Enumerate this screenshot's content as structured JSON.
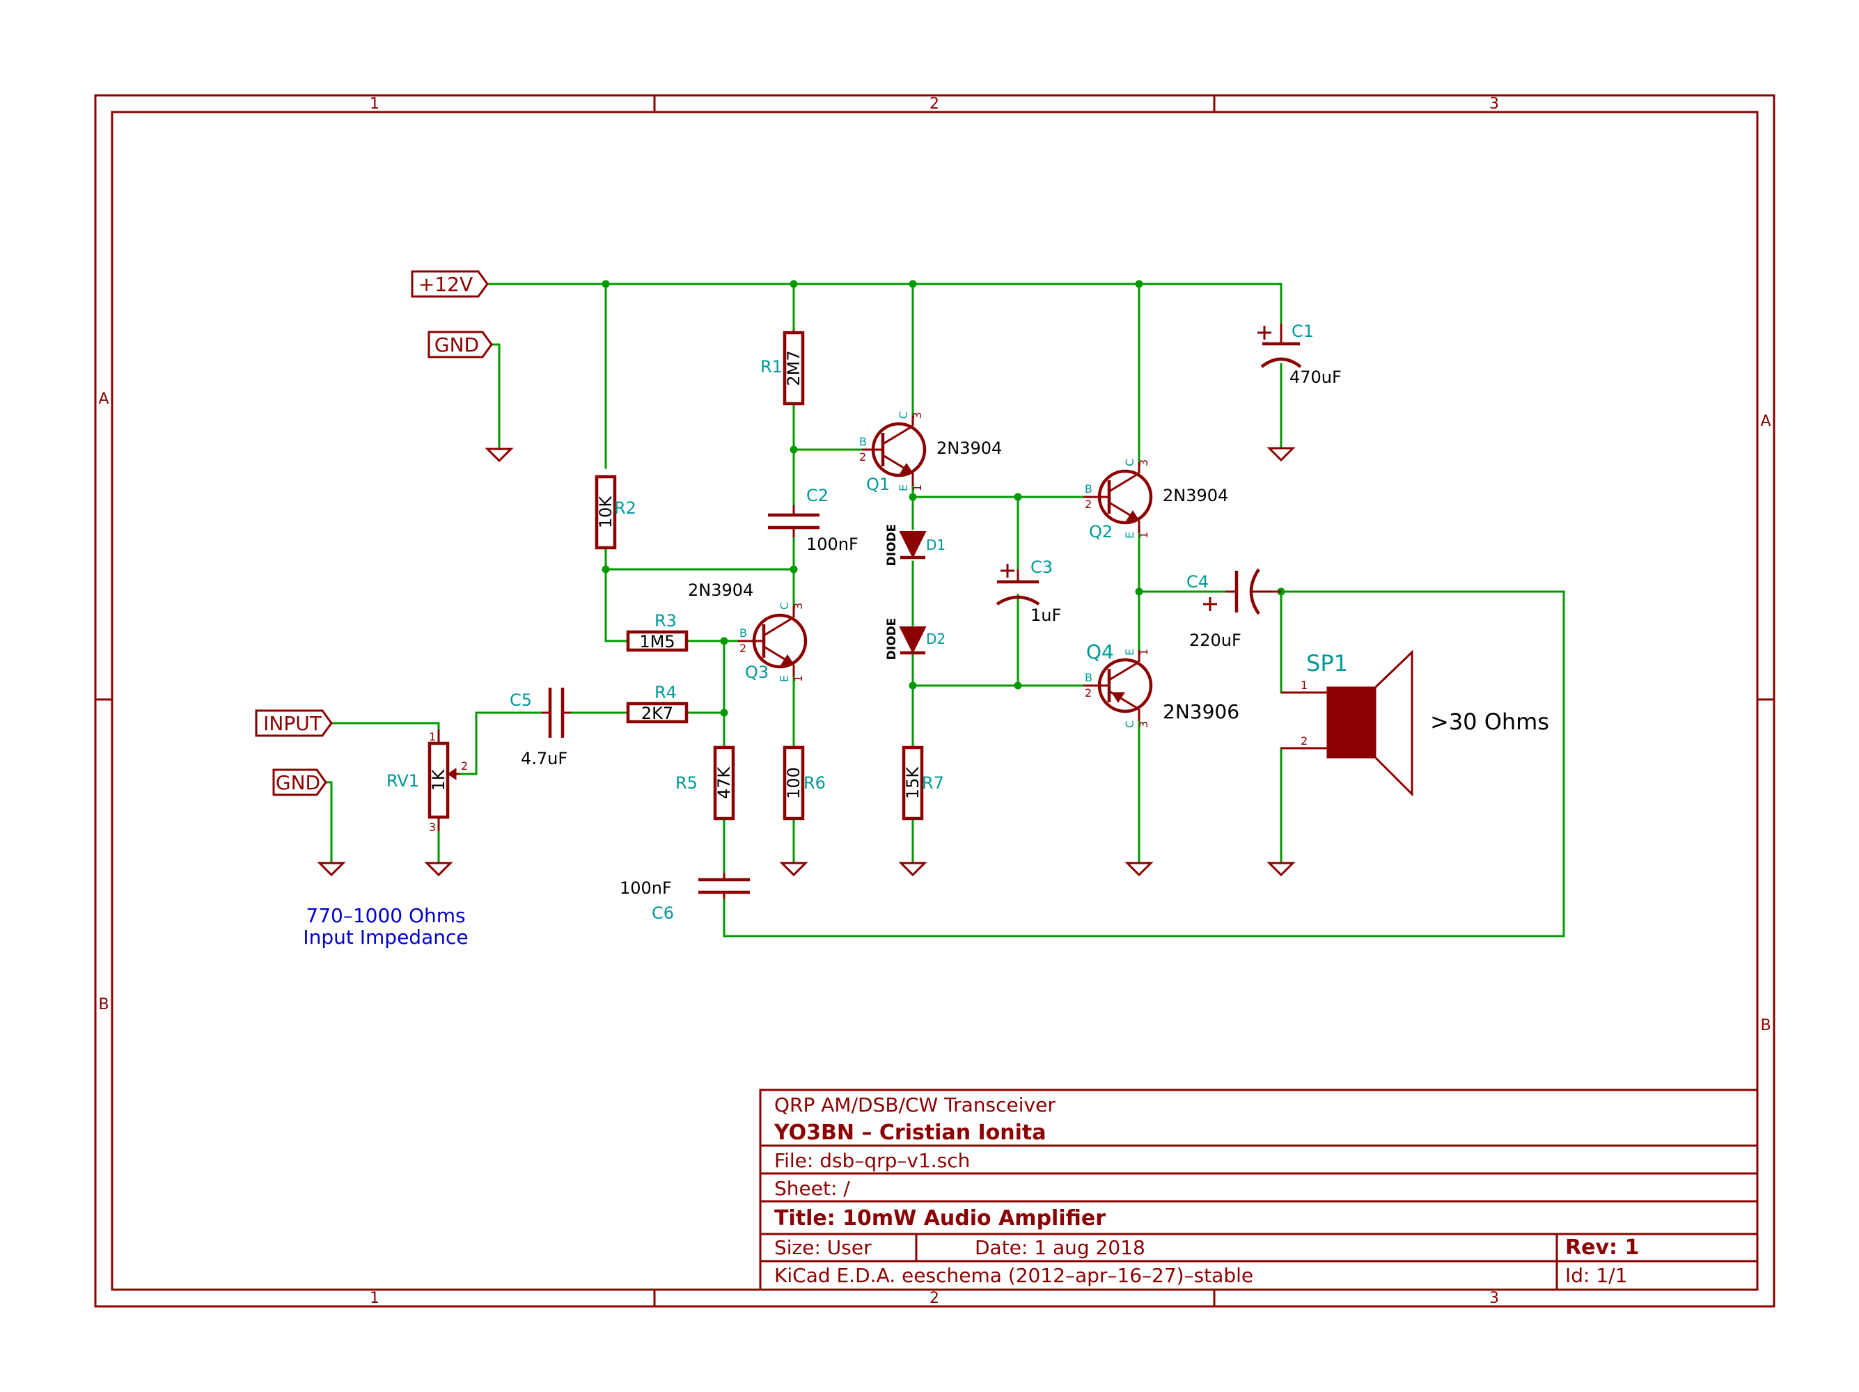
{
  "frame": {
    "zones_top": [
      "1",
      "2",
      "3"
    ],
    "zones_bottom": [
      "1",
      "2",
      "3"
    ],
    "zones_left": [
      "A",
      "B"
    ],
    "zones_right": [
      "A",
      "B"
    ]
  },
  "power_labels": {
    "vcc": "+12V",
    "gnd_top": "GND",
    "input": "INPUT",
    "gnd_input": "GND"
  },
  "components": {
    "R1": {
      "ref": "R1",
      "value": "2M7"
    },
    "R2": {
      "ref": "R2",
      "value": "10K"
    },
    "R3": {
      "ref": "R3",
      "value": "1M5"
    },
    "R4": {
      "ref": "R4",
      "value": "2K7"
    },
    "R5": {
      "ref": "R5",
      "value": "47K"
    },
    "R6": {
      "ref": "R6",
      "value": "100"
    },
    "R7": {
      "ref": "R7",
      "value": "15K"
    },
    "RV1": {
      "ref": "RV1",
      "value": "1K"
    },
    "C1": {
      "ref": "C1",
      "value": "470uF"
    },
    "C2": {
      "ref": "C2",
      "value": "100nF"
    },
    "C3": {
      "ref": "C3",
      "value": "1uF"
    },
    "C4": {
      "ref": "C4",
      "value": "220uF"
    },
    "C5": {
      "ref": "C5",
      "value": "4.7uF"
    },
    "C6": {
      "ref": "C6",
      "value": "100nF"
    },
    "Q1": {
      "ref": "Q1",
      "value": "2N3904"
    },
    "Q2": {
      "ref": "Q2",
      "value": "2N3904"
    },
    "Q3": {
      "ref": "Q3",
      "value": "2N3904"
    },
    "Q4": {
      "ref": "Q4",
      "value": "2N3906"
    },
    "D1": {
      "ref": "D1",
      "value": "DIODE"
    },
    "D2": {
      "ref": "D2",
      "value": "DIODE"
    },
    "SP1": {
      "ref": "SP1",
      "value": ">30 Ohms"
    }
  },
  "pins": {
    "b": "B",
    "c": "C",
    "e": "E",
    "p1": "1",
    "p2": "2",
    "p3": "3"
  },
  "note": {
    "line1": "770–1000 Ohms",
    "line2": "Input Impedance"
  },
  "title_block": {
    "project": "QRP AM/DSB/CW Transceiver",
    "company": "YO3BN – Cristian Ionita",
    "file": "File: dsb–qrp–v1.sch",
    "sheet": "Sheet: /",
    "title": "Title: 10mW Audio Amplifier",
    "size": "Size: User",
    "date": "Date: 1 aug 2018",
    "rev": "Rev: 1",
    "tool": "KiCad E.D.A.  eeschema (2012–apr–16–27)–stable",
    "id": "Id: 1/1"
  }
}
